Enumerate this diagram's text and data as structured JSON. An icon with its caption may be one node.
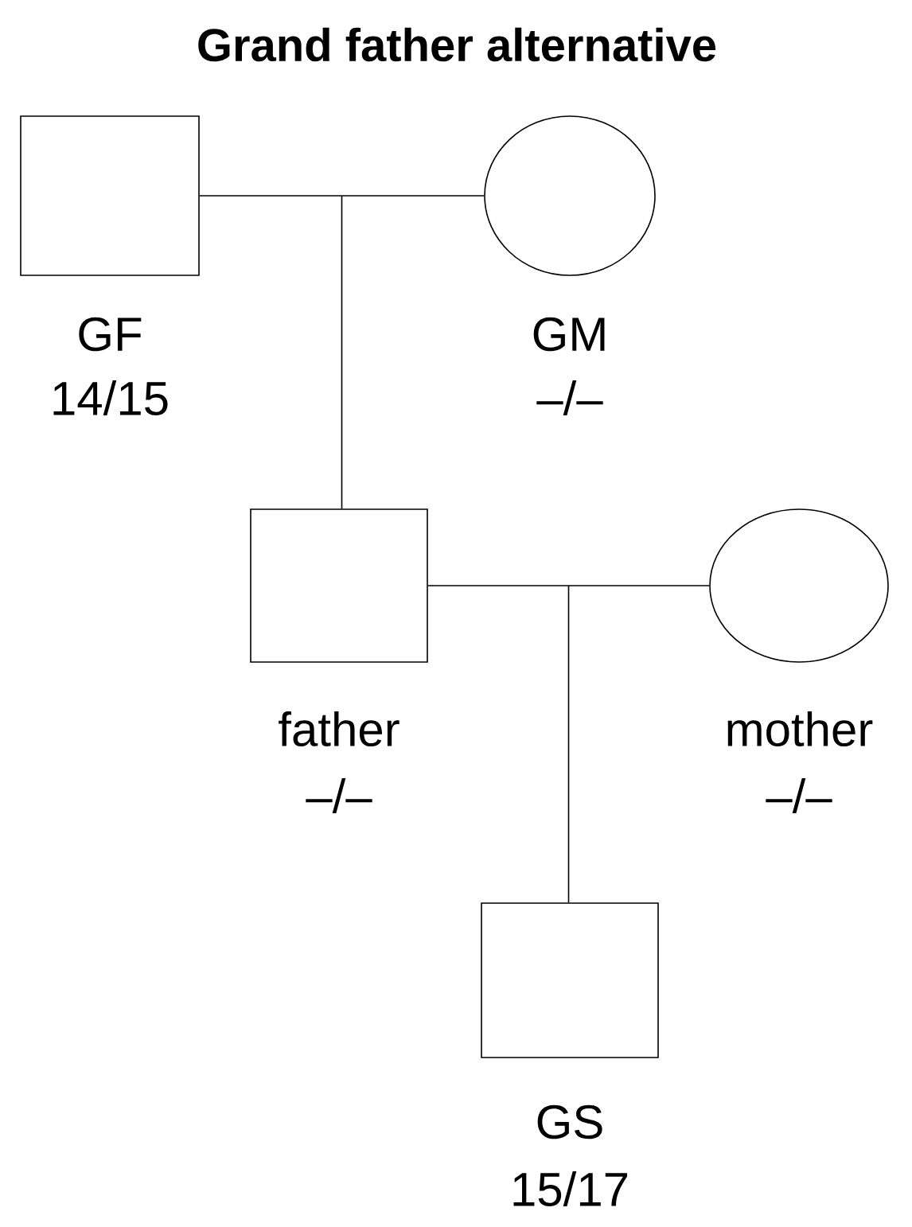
{
  "diagram": {
    "title": "Grand father alternative",
    "nodes": [
      {
        "text": [],
        "shape": "box",
        "beside": [
          "GF",
          "14/15"
        ]
      },
      {
        "text": [],
        "shape": "circle",
        "beside": [
          "GM",
          "–/–"
        ]
      },
      {
        "text": [],
        "shape": "box",
        "beside": [
          "father",
          "–/–"
        ]
      },
      {
        "text": [],
        "shape": "circle",
        "beside": [
          "mother",
          "–/–"
        ]
      },
      {
        "text": [],
        "shape": "box",
        "beside": [
          "GS",
          "15/17"
        ]
      }
    ],
    "edges": [
      {
        "from": 0,
        "to": 1,
        "arrow": "none"
      },
      {
        "from": 0,
        "to": 2,
        "arrow": "none"
      },
      {
        "from": 1,
        "to": 2,
        "arrow": "none"
      },
      {
        "from": 2,
        "to": 3,
        "arrow": "none"
      },
      {
        "from": 2,
        "to": 4,
        "arrow": "none"
      },
      {
        "from": 3,
        "to": 4,
        "arrow": "none"
      }
    ]
  }
}
